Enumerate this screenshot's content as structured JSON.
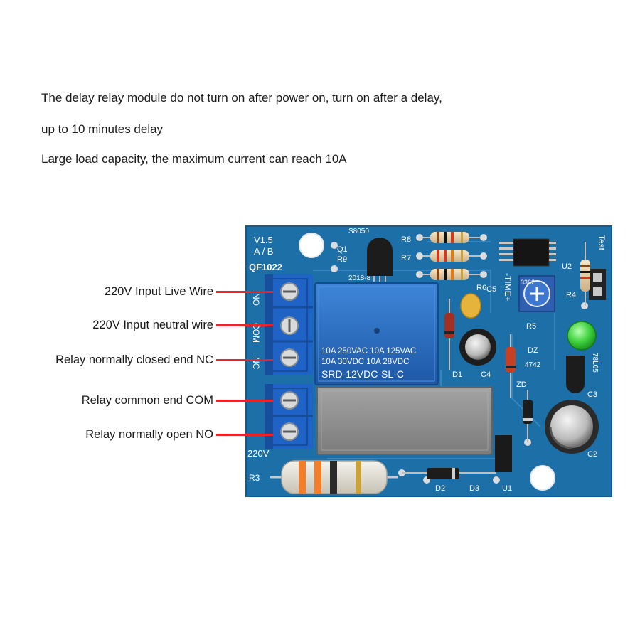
{
  "description": {
    "lines": [
      "The delay relay module do not turn on after power on, turn on after a delay,",
      "up to 10 minutes delay",
      "Large load capacity, the maximum current can reach 10A"
    ]
  },
  "callouts": [
    "220V Input Live Wire",
    "220V Input neutral wire",
    "Relay normally closed end NC",
    "Relay common end COM",
    "Relay normally open NO"
  ],
  "board": {
    "version": "V1.5",
    "ab_label": "A / B",
    "model": "QF1022",
    "terminal_labels": [
      "NO",
      "COM",
      "NC"
    ],
    "input_label": "220V",
    "relay_lines": [
      "10A 250VAC  10A 125VAC",
      "10A  30VDC  10A  28VDC"
    ],
    "relay_model": "SRD-12VDC-SL-C",
    "date_code": "2018-8",
    "transistor": "S8050",
    "pot_code": "3362",
    "zener": "4742",
    "regulator": "78L05",
    "test_label": "Test",
    "time_label": "-TIME+",
    "refs": [
      "R8",
      "R7",
      "R6",
      "R9",
      "Q1",
      "C5",
      "R4",
      "R5",
      "D1",
      "C4",
      "DZ",
      "ZD",
      "U2",
      "C2",
      "C3",
      "R3",
      "D2",
      "D3",
      "U1"
    ]
  },
  "colors": {
    "pcb": "#1d6fa8",
    "relay_blue": "#2368b8",
    "relay_gray": "#8f8f8f",
    "terminal": "#1f63c7",
    "leader": "#e8232a",
    "led": "#3fd13f"
  }
}
